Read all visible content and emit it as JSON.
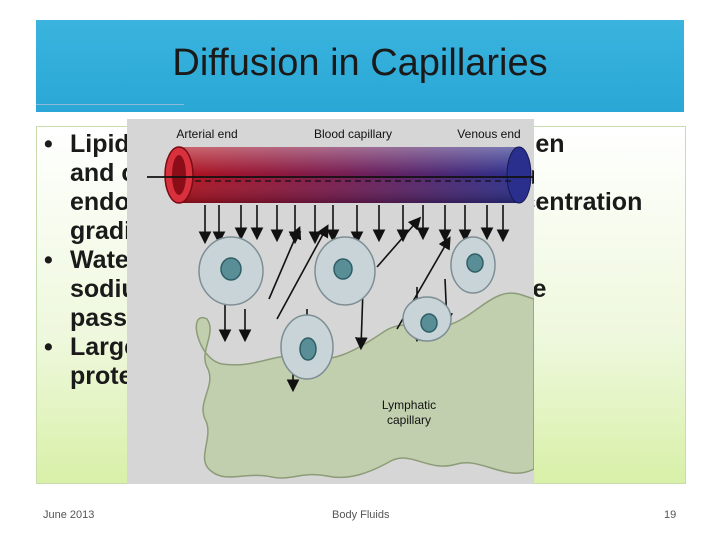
{
  "slide": {
    "title": "Diffusion in Capillaries",
    "bullets": [
      {
        "lines": [
          "Lipid-soluble substances such as oxygen",
          "and carbon dioxide diffuse through",
          "endothelial cell membranes down concentration",
          "gradients"
        ]
      },
      {
        "lines": [
          "Water-soluble substances such as",
          "sodium ions, chloride ions, and glucose",
          "pass through"
        ]
      },
      {
        "lines": [
          "Large molecules such as plasma",
          "proteins remain in capillaries"
        ]
      }
    ],
    "bullet_char": "•"
  },
  "figure": {
    "labels": {
      "arterial": "Arterial end",
      "capillary": "Blood capillary",
      "venous": "Venous end",
      "lymphatic_1": "Lymphatic",
      "lymphatic_2": "capillary"
    }
  },
  "footer": {
    "date": "June 2013",
    "center": "Body Fluids",
    "page": "19"
  },
  "colors": {
    "title_bar": "#2aa7d6",
    "arterial": "#b0101c",
    "venous": "#2a2e8c",
    "lymphatic": "#c2cfae",
    "cell": "#c8d4d8",
    "nucleus": "#5a8e96"
  }
}
